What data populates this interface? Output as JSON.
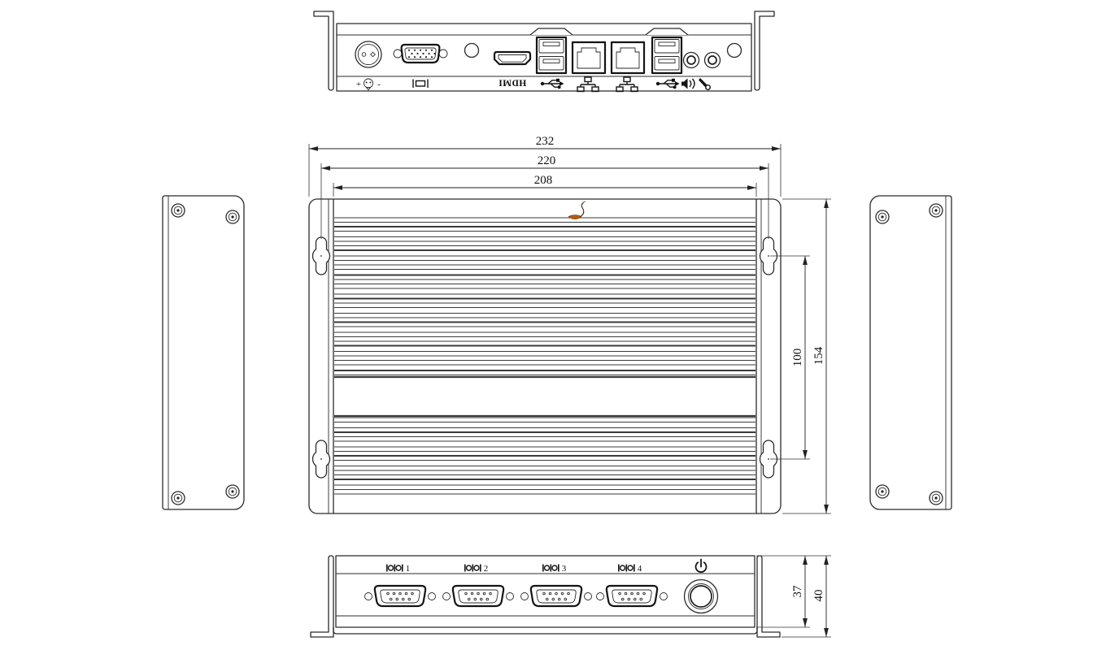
{
  "plan_view": {
    "dim_overall_width": "232",
    "dim_slot_span": "220",
    "dim_body_width": "208",
    "dim_slot_vertical_span": "100",
    "dim_body_height": "154"
  },
  "front_view": {
    "dim_panel_height": "37",
    "dim_overall_height": "40",
    "serial_ports": [
      {
        "number": "1"
      },
      {
        "number": "2"
      },
      {
        "number": "3"
      },
      {
        "number": "4"
      }
    ]
  },
  "rear_view": {
    "hdmi_label": "HDMI",
    "power_plus": "+",
    "power_minus": "-"
  },
  "colors": {
    "line": "#2b2b2b",
    "bold_line": "#141414",
    "stain": "#b05c12"
  }
}
